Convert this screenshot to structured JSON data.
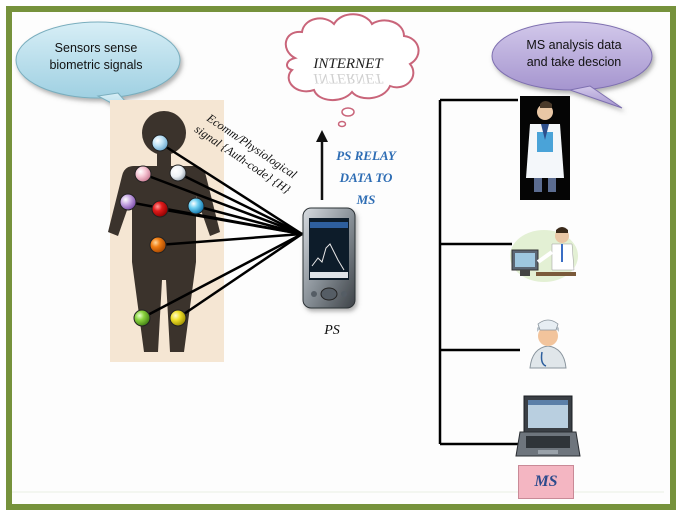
{
  "left_bubble": {
    "line1": "Sensors  sense",
    "line2": "biometric signals"
  },
  "right_bubble": {
    "line1": "MS analysis  data",
    "line2": "and take descion"
  },
  "cloud": {
    "label": "INTERNET",
    "reflection": "INTERNET"
  },
  "relay": {
    "line1": "PS  RELAY",
    "line2": "DATA TO",
    "line3": "MS"
  },
  "signal_label": {
    "line1": "Ecomm/Physiological",
    "line2": "signal {Auth-code} {H}"
  },
  "ps_label": "PS",
  "ms_label": "MS",
  "colors": {
    "frame": "#76923c",
    "bubble": "#b7dde8",
    "bubble2": "#b6a9d6",
    "relay_text": "#2e6db4",
    "body_panel": "#f5e6d3"
  },
  "icons": [
    "human-figure-icon",
    "pda-device-icon",
    "doctor-icon",
    "computer-operator-icon",
    "nurse-icon",
    "laptop-icon",
    "cloud-icon"
  ]
}
